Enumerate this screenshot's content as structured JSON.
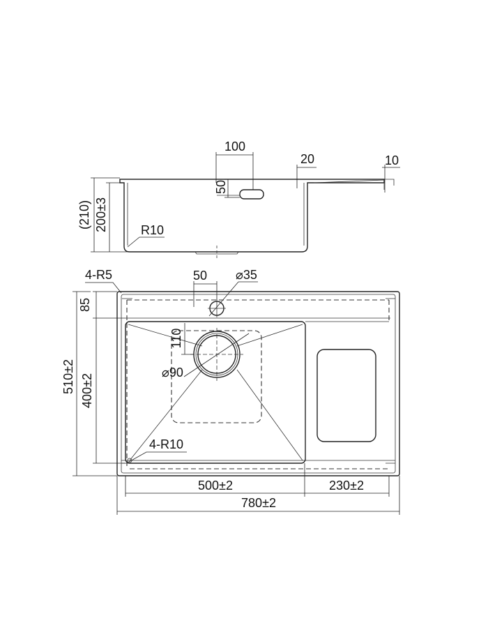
{
  "side_view": {
    "dim_width_drain": "100",
    "dim_height_drain": "50",
    "dim_offset_20": "20",
    "dim_offset_10": "10",
    "dim_total_height": "(210)",
    "dim_bowl_depth": "200±3",
    "radius_label": "R10"
  },
  "top_view": {
    "corner_radius_label": "4-R5",
    "dim_tap_offset": "50",
    "dim_tap_diameter": "⌀35",
    "dim_top_edge": "85",
    "dim_total_depth": "510±2",
    "dim_bowl_depth": "400±2",
    "dim_drain_offset": "110",
    "dim_drain_diameter": "⌀90",
    "bowl_corner_radius": "4-R10",
    "dim_bowl_width": "500±2",
    "dim_drainer_width": "230±2",
    "dim_total_width": "780±2"
  }
}
